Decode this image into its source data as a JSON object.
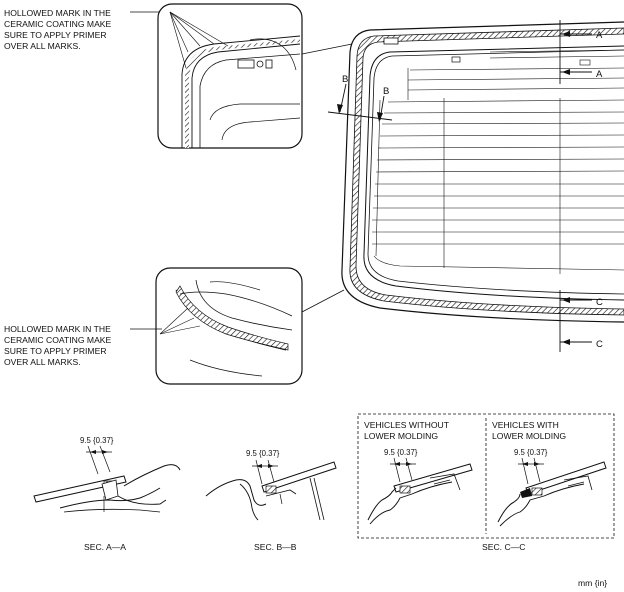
{
  "callouts": {
    "upper_note": [
      "HOLLOWED MARK IN THE",
      "CERAMIC COATING MAKE",
      "SURE TO APPLY PRIMER",
      "OVER ALL MARKS."
    ],
    "lower_note": [
      "HOLLOWED MARK IN THE",
      "CERAMIC COATING MAKE",
      "SURE TO APPLY PRIMER",
      "OVER ALL MARKS."
    ]
  },
  "section_markers": {
    "a_upper": "A",
    "a_lower": "A",
    "b_left": "B",
    "b_right": "B",
    "c_upper": "C",
    "c_lower": "C"
  },
  "sections": {
    "a": {
      "dimension": "9.5 {0.37}",
      "caption": "SEC. A—A"
    },
    "b": {
      "dimension": "9.5 {0.37}",
      "caption": "SEC. B—B"
    },
    "c": {
      "caption": "SEC. C—C",
      "without_molding": {
        "heading": [
          "VEHICLES WITHOUT",
          "LOWER MOLDING"
        ],
        "dimension": "9.5 {0.37}"
      },
      "with_molding": {
        "heading": [
          "VEHICLES WITH",
          "LOWER MOLDING"
        ],
        "dimension": "9.5 {0.37}"
      }
    }
  },
  "units_label": "mm {in}"
}
